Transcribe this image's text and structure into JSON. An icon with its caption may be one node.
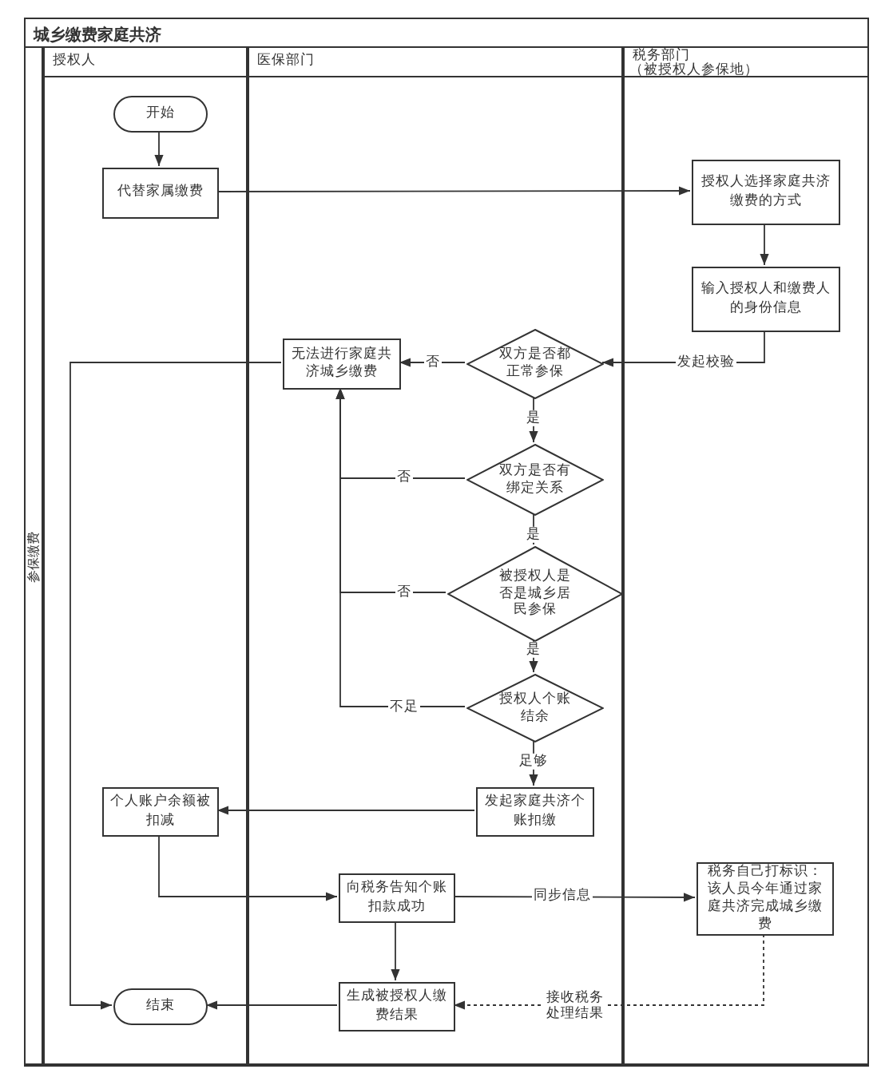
{
  "diagram": {
    "title": "城乡缴费家庭共济",
    "nodes": [
      {
        "text": [
          "授权人"
        ]
      },
      {
        "text": [
          "医保部门"
        ]
      },
      {
        "text": [
          "税务部门",
          "（被授权人参保地）"
        ]
      },
      {
        "text": [
          "参保缴费"
        ]
      },
      {
        "text": [
          "开始"
        ],
        "in": 0
      },
      {
        "text": [
          "代替家属缴费"
        ],
        "in": 0
      },
      {
        "text": [
          "授权人选择家庭共济缴费的方式"
        ],
        "in": 2
      },
      {
        "text": [
          "输入授权人和缴费人的身份信息"
        ],
        "in": 2
      },
      {
        "text": [
          "双方是否都正常参保"
        ],
        "in": 1
      },
      {
        "text": [
          "无法进行家庭共济城乡缴费"
        ],
        "in": 1
      },
      {
        "text": [
          "双方是否有绑定关系"
        ],
        "in": 1
      },
      {
        "text": [
          "被授权人是否是城乡居民参保"
        ],
        "in": 1
      },
      {
        "text": [
          "授权人个账结余"
        ],
        "in": 1
      },
      {
        "text": [
          "发起家庭共济个账扣缴"
        ],
        "in": 1
      },
      {
        "text": [
          "个人账户余额被扣减"
        ],
        "in": 0
      },
      {
        "text": [
          "向税务告知个账扣款成功"
        ],
        "in": 1
      },
      {
        "text": [
          "税务自己打标识：该人员今年通过家庭共济完成城乡缴费"
        ],
        "in": 2
      },
      {
        "text": [
          "生成被授权人缴费结果"
        ],
        "in": 1
      },
      {
        "text": [
          "结束"
        ],
        "in": 0
      }
    ],
    "edges": [
      {
        "from": 4,
        "to": 5,
        "arrow": "to"
      },
      {
        "from": 5,
        "to": 6,
        "arrow": "to"
      },
      {
        "from": 6,
        "to": 7,
        "arrow": "to"
      },
      {
        "from": 7,
        "to": 8,
        "arrow": "to",
        "label": "发起校验"
      },
      {
        "from": 8,
        "to": 9,
        "arrow": "to",
        "label": "否"
      },
      {
        "from": 8,
        "to": 10,
        "arrow": "to",
        "label": "是"
      },
      {
        "from": 10,
        "to": 9,
        "arrow": "to",
        "label": "否"
      },
      {
        "from": 10,
        "to": 11,
        "arrow": "to",
        "label": "是"
      },
      {
        "from": 11,
        "to": 9,
        "arrow": "to",
        "label": "否"
      },
      {
        "from": 11,
        "to": 12,
        "arrow": "to",
        "label": "是"
      },
      {
        "from": 12,
        "to": 9,
        "arrow": "to",
        "label": "不足"
      },
      {
        "from": 12,
        "to": 13,
        "arrow": "to",
        "label": "足够"
      },
      {
        "from": 13,
        "to": 14,
        "arrow": "to"
      },
      {
        "from": 9,
        "to": 18,
        "arrow": "to"
      },
      {
        "from": 14,
        "to": 15,
        "arrow": "to"
      },
      {
        "from": 15,
        "to": 16,
        "arrow": "to",
        "label": "同步信息"
      },
      {
        "from": 15,
        "to": 17,
        "arrow": "to"
      },
      {
        "from": 16,
        "to": 17,
        "arrow": "to",
        "label": "接收税务处理结果",
        "style": "dashed"
      },
      {
        "from": 17,
        "to": 18,
        "arrow": "to"
      }
    ]
  }
}
